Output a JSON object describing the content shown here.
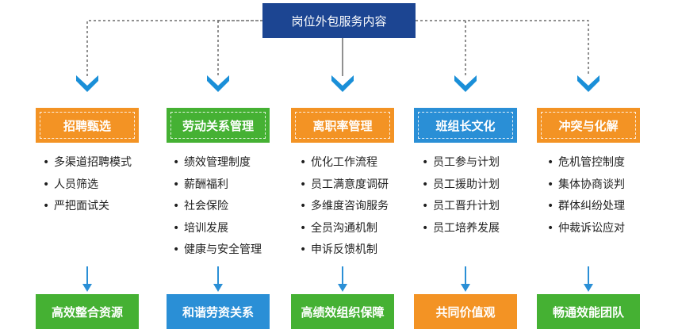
{
  "title": "岗位外包服务内容",
  "colors": {
    "navy": "#1c4592",
    "orange": "#f39324",
    "green": "#45b133",
    "blue": "#2a8fd6",
    "chevron": "#1a8fd8",
    "arrow": "#2a8fd6"
  },
  "columns": [
    {
      "title": "招聘甄选",
      "color": "orange",
      "items": [
        "多渠道招聘模式",
        "人员筛选",
        "严把面试关"
      ],
      "outcome": "高效整合资源",
      "outcome_color": "green"
    },
    {
      "title": "劳动关系管理",
      "color": "green",
      "items": [
        "绩效管理制度",
        "薪酬福利",
        "社会保险",
        "培训发展",
        "健康与安全管理"
      ],
      "outcome": "和谐劳资关系",
      "outcome_color": "blue"
    },
    {
      "title": "离职率管理",
      "color": "orange",
      "items": [
        "优化工作流程",
        "员工满意度调研",
        "多维度咨询服务",
        "全员沟通机制",
        "申诉反馈机制"
      ],
      "outcome": "高绩效组织保障",
      "outcome_color": "green"
    },
    {
      "title": "班组长文化",
      "color": "blue",
      "items": [
        "员工参与计划",
        "员工援助计划",
        "员工晋升计划",
        "员工培养发展"
      ],
      "outcome": "共同价值观",
      "outcome_color": "orange"
    },
    {
      "title": "冲突与化解",
      "color": "orange",
      "items": [
        "危机管控制度",
        "集体协商谈判",
        "群体纠纷处理",
        "仲裁诉讼应对"
      ],
      "outcome": "畅通效能团队",
      "outcome_color": "green"
    }
  ]
}
